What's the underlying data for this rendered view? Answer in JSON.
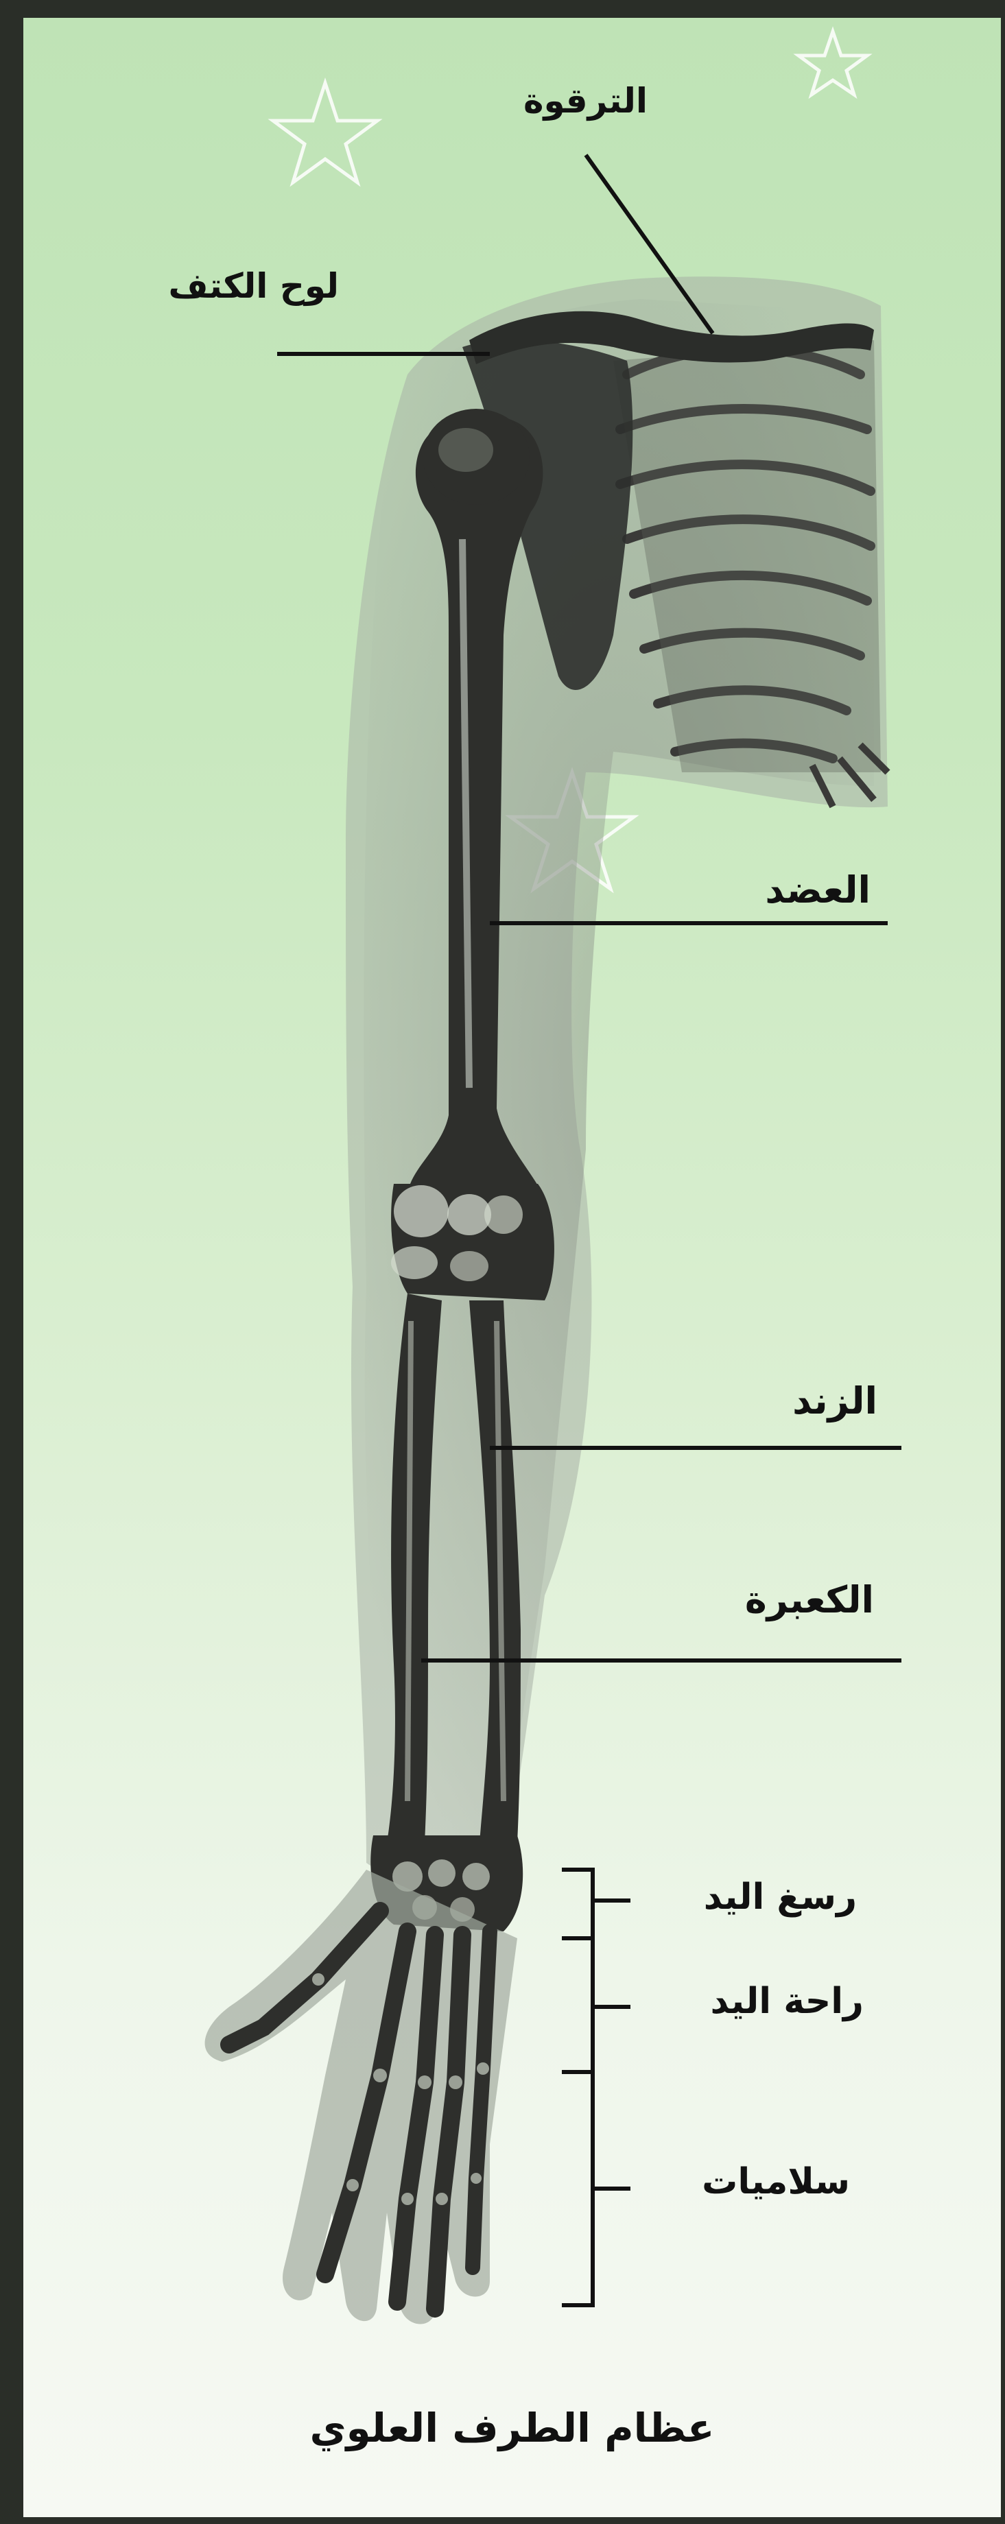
{
  "labels": {
    "clavicle": "الترقوة",
    "scapula": "لوح الكتف",
    "humerus": "العضد",
    "ulna": "الزند",
    "radius": "الكعبرة",
    "wrist": "رسغ اليد",
    "palm": "راحة اليد",
    "phalanges": "سلاميات"
  },
  "caption": "عظام الطرف العلوي",
  "colors": {
    "frame": "#2a2e28",
    "background_top": "#bfe3b6",
    "background_bottom": "#f6f9f3",
    "bone": "#3a3a38",
    "body_shadow": "#9aa39a"
  }
}
